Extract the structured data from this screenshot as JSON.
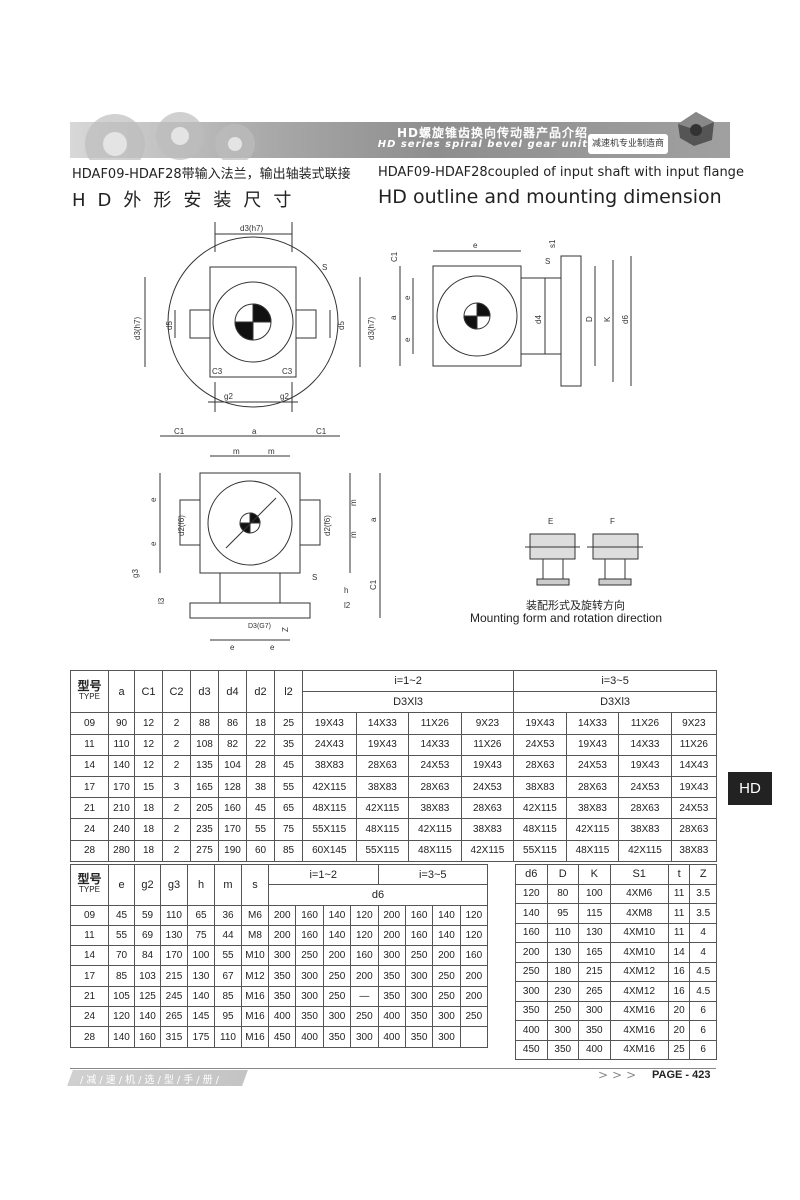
{
  "banner": {
    "title_cn": "HD螺旋锥齿换向传动器产品介绍",
    "title_en": "HD series spiral bevel gear unit",
    "maker": "减速机专业制造商"
  },
  "heading": {
    "cn_line1": "HDAF09-HDAF28带输入法兰，输出轴装式联接",
    "cn_line2": "HD外形安装尺寸",
    "en_line1": "HDAF09-HDAF28coupled of input shaft with input flange",
    "en_line2": "HD outline and mounting dimension"
  },
  "drawings": {
    "front_labels": {
      "d3h7_top": "d3(h7)",
      "d3h7_left": "d3(h7)",
      "d3h7_right": "d3(h7)",
      "s": "S",
      "d5_left": "d5",
      "d5_right": "d5",
      "c3_left": "C3",
      "c3_right": "C3",
      "g2_left": "g2",
      "g2_right": "g2"
    },
    "side_labels": {
      "c1": "C1",
      "e_top": "e",
      "s1": "s1",
      "s": "S",
      "a": "a",
      "e1": "e",
      "e2": "e",
      "d4": "d4",
      "D": "D",
      "K": "K",
      "d6": "d6"
    },
    "bottom_labels": {
      "c1_left": "C1",
      "a": "a",
      "c1_right": "C1",
      "m1": "m",
      "m2": "m",
      "e_left1": "e",
      "e_left2": "e",
      "d2f6_left": "d2(f6)",
      "d2f6_right": "d2(f6)",
      "m_r1": "m",
      "m_r2": "m",
      "a_right": "a",
      "c1_v": "C1",
      "g3": "g3",
      "l3": "l3",
      "h": "h",
      "l2": "l2",
      "d3g7": "D3(G7)",
      "z": "Z",
      "s": "S",
      "e_b1": "e",
      "e_b2": "e"
    },
    "mount_labels": {
      "e": "E",
      "f": "F"
    },
    "mount_caption_cn": "装配形式及旋转方向",
    "mount_caption_en": "Mounting form and rotation direction"
  },
  "table1": {
    "type_cn": "型号",
    "type_en": "TYPE",
    "headers": [
      "a",
      "C1",
      "C2",
      "d3",
      "d4",
      "d2",
      "l2"
    ],
    "ratio1": "i=1~2",
    "ratio2": "i=3~5",
    "sub1": "D3Xl3",
    "sub2": "D3Xl3",
    "rows": [
      [
        "09",
        "90",
        "12",
        "2",
        "88",
        "86",
        "18",
        "25",
        "19X43",
        "14X33",
        "11X26",
        "9X23",
        "19X43",
        "14X33",
        "11X26",
        "9X23"
      ],
      [
        "11",
        "110",
        "12",
        "2",
        "108",
        "82",
        "22",
        "35",
        "24X43",
        "19X43",
        "14X33",
        "11X26",
        "24X53",
        "19X43",
        "14X33",
        "11X26"
      ],
      [
        "14",
        "140",
        "12",
        "2",
        "135",
        "104",
        "28",
        "45",
        "38X83",
        "28X63",
        "24X53",
        "19X43",
        "28X63",
        "24X53",
        "19X43",
        "14X43"
      ],
      [
        "17",
        "170",
        "15",
        "3",
        "165",
        "128",
        "38",
        "55",
        "42X115",
        "38X83",
        "28X63",
        "24X53",
        "38X83",
        "28X63",
        "24X53",
        "19X43"
      ],
      [
        "21",
        "210",
        "18",
        "2",
        "205",
        "160",
        "45",
        "65",
        "48X115",
        "42X115",
        "38X83",
        "28X63",
        "42X115",
        "38X83",
        "28X63",
        "24X53"
      ],
      [
        "24",
        "240",
        "18",
        "2",
        "235",
        "170",
        "55",
        "75",
        "55X115",
        "48X115",
        "42X115",
        "38X83",
        "48X115",
        "42X115",
        "38X83",
        "28X63"
      ],
      [
        "28",
        "280",
        "18",
        "2",
        "275",
        "190",
        "60",
        "85",
        "60X145",
        "55X115",
        "48X115",
        "42X115",
        "55X115",
        "48X115",
        "42X115",
        "38X83"
      ]
    ]
  },
  "table2": {
    "type_cn": "型号",
    "type_en": "TYPE",
    "headers": [
      "e",
      "g2",
      "g3",
      "h",
      "m",
      "s"
    ],
    "ratio1": "i=1~2",
    "ratio2": "i=3~5",
    "sub": "d6",
    "rows": [
      [
        "09",
        "45",
        "59",
        "110",
        "65",
        "36",
        "M6",
        "200",
        "160",
        "140",
        "120",
        "200",
        "160",
        "140",
        "120"
      ],
      [
        "11",
        "55",
        "69",
        "130",
        "75",
        "44",
        "M8",
        "200",
        "160",
        "140",
        "120",
        "200",
        "160",
        "140",
        "120"
      ],
      [
        "14",
        "70",
        "84",
        "170",
        "100",
        "55",
        "M10",
        "300",
        "250",
        "200",
        "160",
        "300",
        "250",
        "200",
        "160"
      ],
      [
        "17",
        "85",
        "103",
        "215",
        "130",
        "67",
        "M12",
        "350",
        "300",
        "250",
        "200",
        "350",
        "300",
        "250",
        "200"
      ],
      [
        "21",
        "105",
        "125",
        "245",
        "140",
        "85",
        "M16",
        "350",
        "300",
        "250",
        "—",
        "350",
        "300",
        "250",
        "200"
      ],
      [
        "24",
        "120",
        "140",
        "265",
        "145",
        "95",
        "M16",
        "400",
        "350",
        "300",
        "250",
        "400",
        "350",
        "300",
        "250"
      ],
      [
        "28",
        "140",
        "160",
        "315",
        "175",
        "110",
        "M16",
        "450",
        "400",
        "350",
        "300",
        "400",
        "350",
        "300",
        ""
      ]
    ]
  },
  "table3": {
    "headers": [
      "d6",
      "D",
      "K",
      "S1",
      "t",
      "Z"
    ],
    "rows": [
      [
        "120",
        "80",
        "100",
        "4XM6",
        "11",
        "3.5"
      ],
      [
        "140",
        "95",
        "115",
        "4XM8",
        "11",
        "3.5"
      ],
      [
        "160",
        "110",
        "130",
        "4XM10",
        "11",
        "4"
      ],
      [
        "200",
        "130",
        "165",
        "4XM10",
        "14",
        "4"
      ],
      [
        "250",
        "180",
        "215",
        "4XM12",
        "16",
        "4.5"
      ],
      [
        "300",
        "230",
        "265",
        "4XM12",
        "16",
        "4.5"
      ],
      [
        "350",
        "250",
        "300",
        "4XM16",
        "20",
        "6"
      ],
      [
        "400",
        "300",
        "350",
        "4XM16",
        "20",
        "6"
      ],
      [
        "450",
        "350",
        "400",
        "4XM16",
        "25",
        "6"
      ]
    ]
  },
  "side_tab": "HD",
  "footer": {
    "left": "/减/速/机/选/型/手/册/",
    "arrows": ">>>",
    "page": "PAGE - 423"
  }
}
